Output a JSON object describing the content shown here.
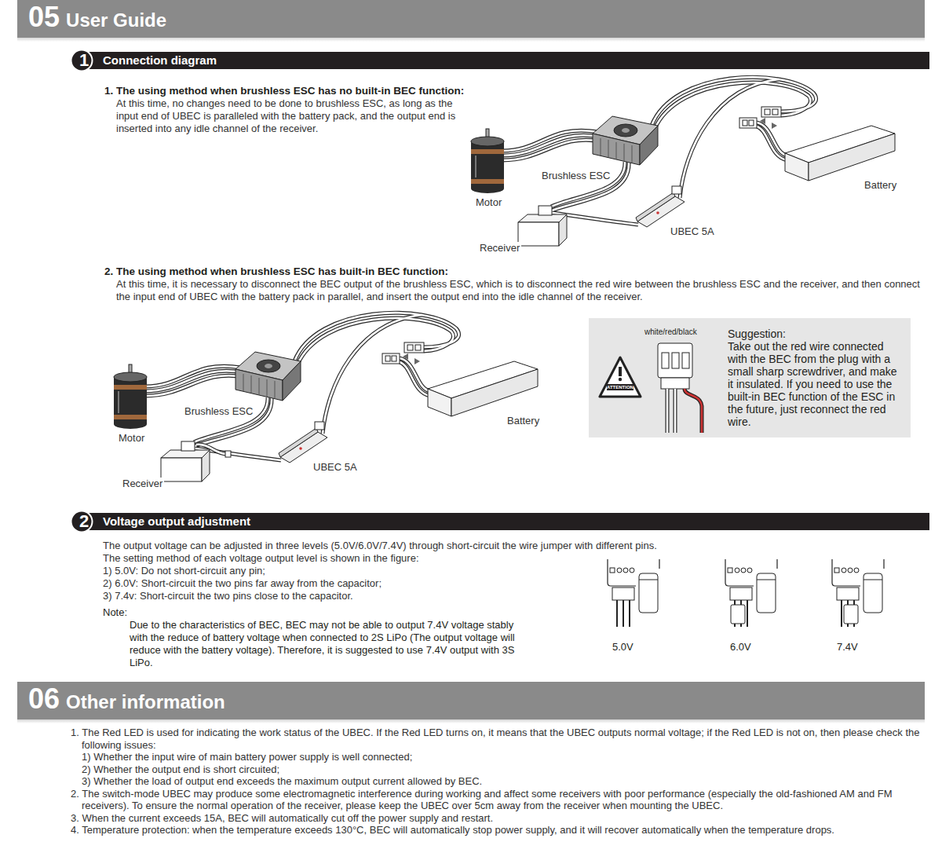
{
  "diagram": {
    "nodes": [
      {
        "text": [
          "05",
          "User Guide"
        ]
      },
      {
        "text": [
          "1"
        ]
      },
      {
        "text": [
          "Connection diagram"
        ]
      },
      {
        "text": [
          "Suggestion:",
          "Take out the red wire connected with the BEC from the plug with a small sharp screwdriver, and make it insulated. If you need to use the built-in BEC function of the ESC in the future, just reconnect the red wire."
        ]
      },
      {
        "text": [
          "2"
        ]
      },
      {
        "text": [
          "Voltage output adjustment"
        ]
      },
      {
        "text": [
          "06",
          "Other information"
        ]
      }
    ],
    "labels": [
      "1. The using method when brushless ESC has no built-in BEC function:",
      "At this time, no changes need to be done to brushless ESC, as long as the input end of UBEC is paralleled with the battery pack, and the output end is inserted into any idle channel of the receiver.",
      "Brushless ESC",
      "Battery",
      "Motor",
      "UBEC 5A",
      "Receiver",
      "2. The using method when brushless ESC has built-in BEC function:",
      "At this time, it is necessary to disconnect the BEC output of the brushless ESC, which is to disconnect the red wire between the brushless ESC and the receiver, and then connect the input end of UBEC with the battery pack in parallel, and insert the output end into the idle channel of the receiver.",
      "Brushless ESC",
      "Battery",
      "Motor",
      "UBEC 5A",
      "Receiver",
      "white/red/black",
      "ATTENTION",
      "The output voltage can be adjusted in three levels (5.0V/6.0V/7.4V) through short-circuit the wire jumper with different pins.",
      "The setting method of each voltage output level is shown in the figure:",
      "1) 5.0V: Do not short-circuit any pin;",
      "2) 6.0V: Short-circuit the two pins far away from the capacitor;",
      "3) 7.4v: Short-circuit the two pins close to the capacitor.",
      "Note:",
      "Due to the characteristics of BEC, BEC may not be able to output 7.4V voltage stably with the reduce of battery voltage when connected to 2S LiPo (The output voltage will reduce with the battery voltage). Therefore, it is suggested to use 7.4V output with 3S LiPo.",
      "5.0V",
      "6.0V",
      "7.4V",
      "1. The Red LED is used for indicating the work status of the UBEC. If the Red LED turns on, it means that the UBEC outputs normal voltage; if the Red LED is not on, then please check the following issues:",
      "1) Whether the input wire of main battery power supply is well connected;",
      "2) Whether the output end is short circuited;",
      "3) Whether the load of output end exceeds the maximum output current allowed by BEC.",
      "2. The switch-mode UBEC may produce some electromagnetic interference during working and affect some receivers with poor performance (especially the old-fashioned AM and FM receivers). To ensure the normal operation of the receiver, please keep the UBEC over 5cm away from the receiver when mounting the UBEC.",
      "3. When the current exceeds 15A, BEC will automatically cut off the power supply and restart.",
      "4. Temperature protection: when the temperature exceeds 130°C, BEC will automatically stop power supply, and it will recover automatically when the temperature drops."
    ]
  }
}
